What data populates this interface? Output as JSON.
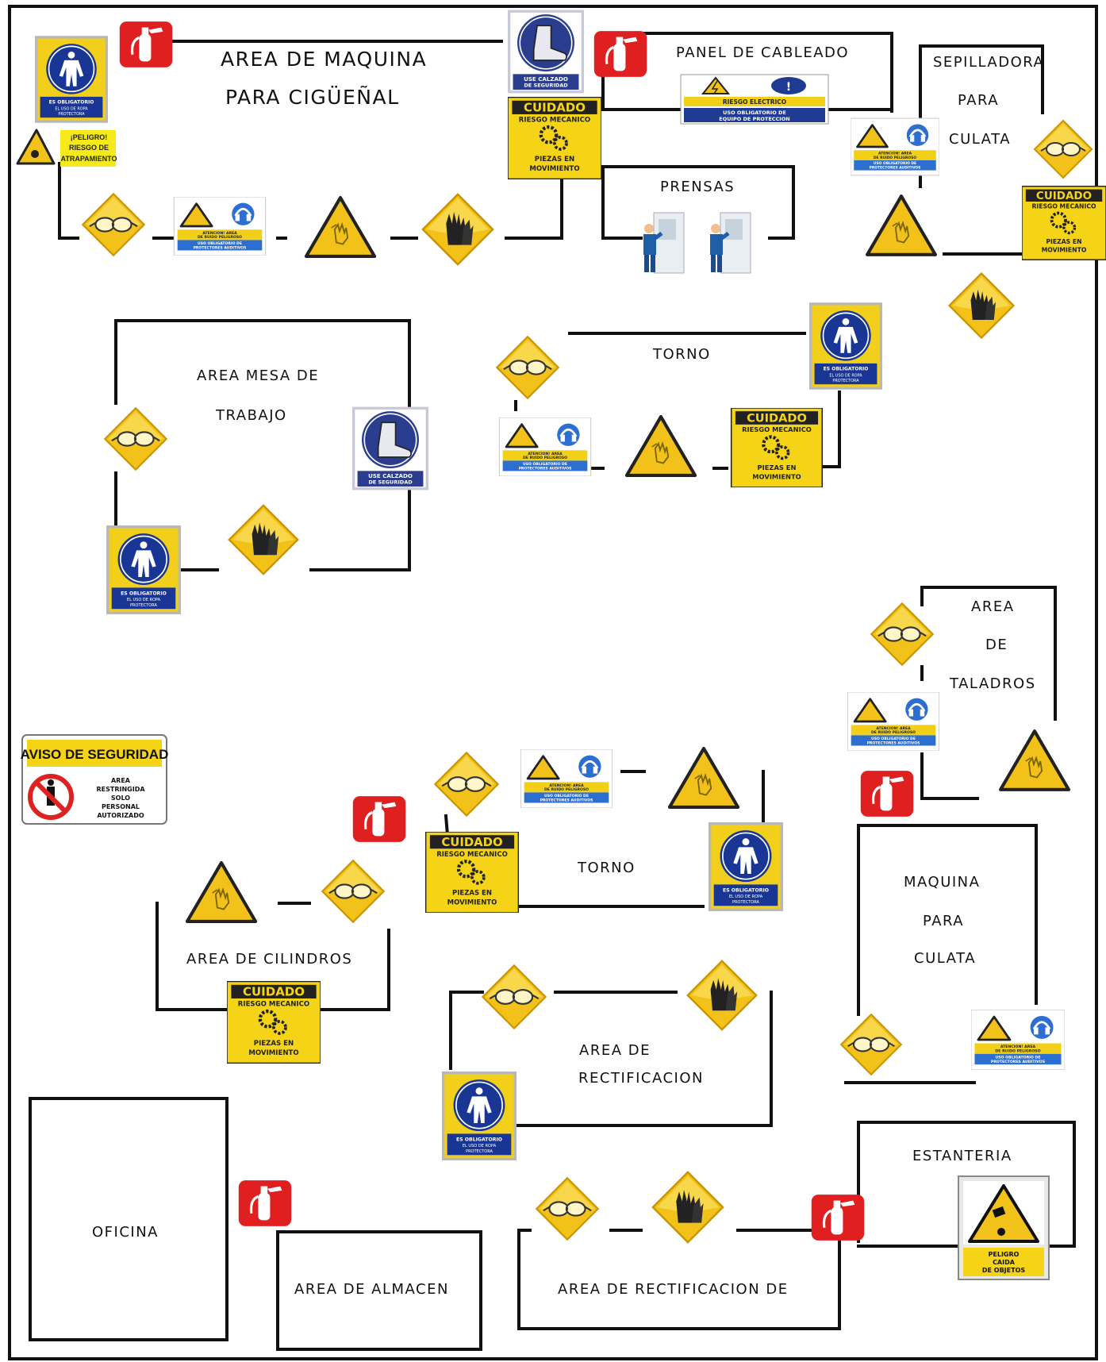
{
  "labels": {
    "maquina_ciguenal_1": "AREA DE MAQUINA",
    "maquina_ciguenal_2": "PARA CIGÜEÑAL",
    "panel_cableado": "PANEL DE CABLEADO",
    "sepilladora_1": "SEPILLADORA",
    "sepilladora_2": "PARA",
    "sepilladora_3": "CULATA",
    "prensas": "PRENSAS",
    "mesa_trabajo_1": "AREA MESA DE",
    "mesa_trabajo_2": "TRABAJO",
    "torno_top": "TORNO",
    "taladros_1": "AREA",
    "taladros_2": "DE",
    "taladros_3": "TALADROS",
    "torno_bottom": "TORNO",
    "cilindros": "AREA DE CILINDROS",
    "maquina_culata_1": "MAQUINA",
    "maquina_culata_2": "PARA",
    "maquina_culata_3": "CULATA",
    "rectificacion_1": "AREA DE",
    "rectificacion_2": "RECTIFICACION",
    "estanteria": "ESTANTERIA",
    "oficina": "OFICINA",
    "almacen": "AREA DE ALMACEN",
    "rectificacion_de": "AREA DE RECTIFICACION DE"
  },
  "sign_text": {
    "bata_1": "ES OBLIGATORIO",
    "bata_2": "EL USO DE ROPA",
    "bata_3": "PROTECTORA",
    "botas_1": "USE CALZADO",
    "botas_2": "DE SEGURIDAD",
    "cuidado_1": "CUIDADO",
    "cuidado_2": "RIESGO MECANICO",
    "cuidado_3": "PIEZAS EN",
    "cuidado_4": "MOVIMIENTO",
    "ruido_1": "ATENCION! AREA",
    "ruido_2": "DE RUIDO PELIGROSO",
    "ruido_3": "USO OBLIGATORIO DE",
    "ruido_4": "PROTECTORES AUDITIVOS",
    "peligro_1": "¡PELIGRO!",
    "peligro_2": "RIESGO DE",
    "peligro_3": "ATRAPAMIENTO",
    "electrico_1": "RIESGO ELECTRICO",
    "electrico_2": "USO OBLIGATORIO DE",
    "electrico_3": "EQUIPO DE PROTECCION",
    "aviso_1": "AVISO DE SEGURIDAD",
    "aviso_2": "AREA",
    "aviso_3": "RESTRINGIDA",
    "aviso_4": "SOLO",
    "aviso_5": "PERSONAL",
    "aviso_6": "AUTORIZADO",
    "caida_1": "PELIGRO",
    "caida_2": "CAIDA",
    "caida_3": "DE OBJETOS"
  },
  "colors": {
    "wall": "#111111",
    "sign_yellow": "#f7d21c",
    "sign_blue": "#1f3a93",
    "extinguisher_red": "#e02020",
    "diamond_yellow": "#f3c21a",
    "noise_blue": "#2d6fd1"
  },
  "sign_types": [
    "bata-sign",
    "botas-sign",
    "cuidado-sign",
    "ruido-sign",
    "gafas-diamond",
    "guantes-diamond",
    "atrapamiento-triangle",
    "extintor-sign",
    "electrico-sign",
    "peligro-sign",
    "aviso-sign",
    "caida-sign"
  ]
}
